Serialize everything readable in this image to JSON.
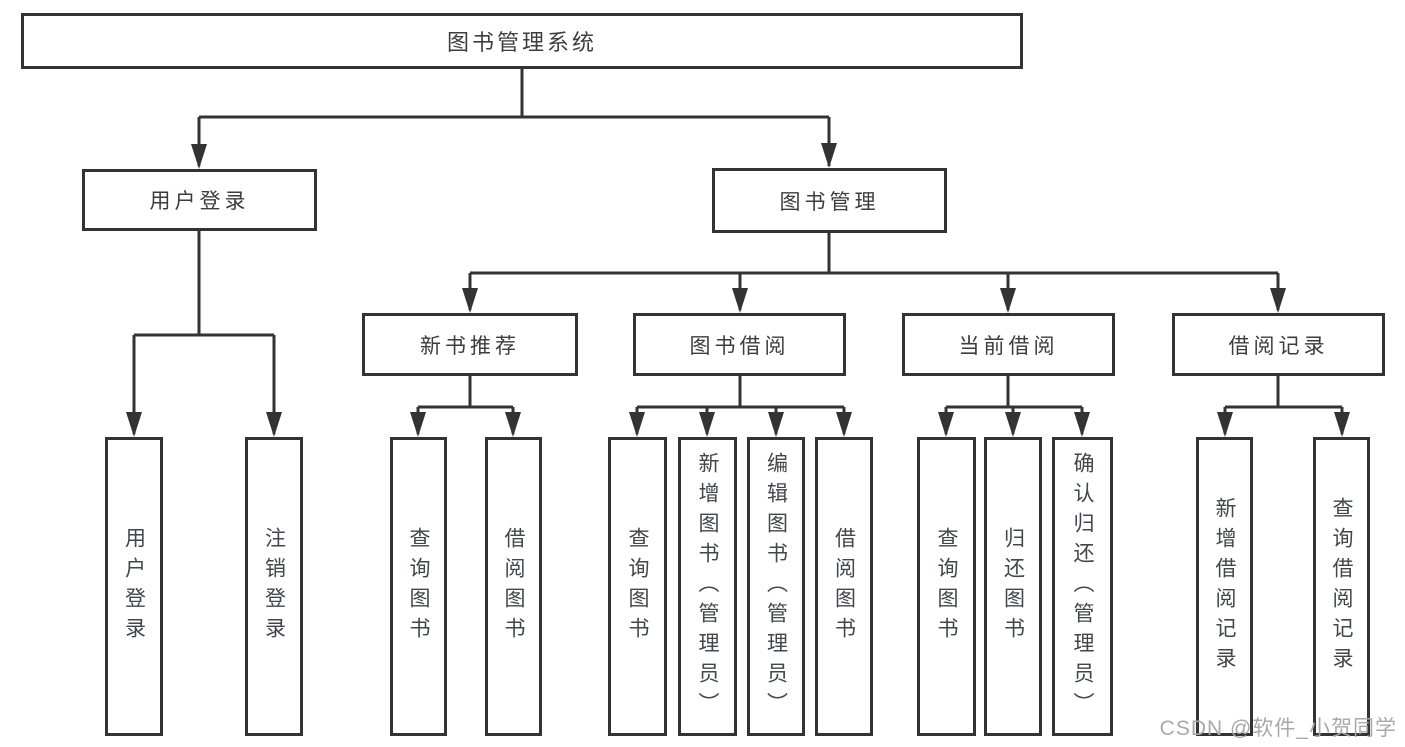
{
  "diagram": {
    "type": "hierarchy-tree",
    "tree": {
      "label": "图书管理系统",
      "children": [
        {
          "label": "用户登录",
          "children": [
            {
              "label": "用户登录"
            },
            {
              "label": "注销登录"
            }
          ]
        },
        {
          "label": "图书管理",
          "children": [
            {
              "label": "新书推荐",
              "children": [
                {
                  "label": "查询图书"
                },
                {
                  "label": "借阅图书"
                }
              ]
            },
            {
              "label": "图书借阅",
              "children": [
                {
                  "label": "查询图书"
                },
                {
                  "label": "新增图书（管理员）"
                },
                {
                  "label": "编辑图书（管理员）"
                },
                {
                  "label": "借阅图书"
                }
              ]
            },
            {
              "label": "当前借阅",
              "children": [
                {
                  "label": "查询图书"
                },
                {
                  "label": "归还图书"
                },
                {
                  "label": "确认归还（管理员）"
                }
              ]
            },
            {
              "label": "借阅记录",
              "children": [
                {
                  "label": "新增借阅记录"
                },
                {
                  "label": "查询借阅记录"
                }
              ]
            }
          ]
        }
      ]
    }
  },
  "watermark": "CSDN @软件_小贺同学",
  "colors": {
    "line": "#333333",
    "box_border": "#333333",
    "text": "#3d3d3d",
    "leaf_text": "#42464d",
    "watermark": "#a9a9a9",
    "background": "#ffffff"
  }
}
